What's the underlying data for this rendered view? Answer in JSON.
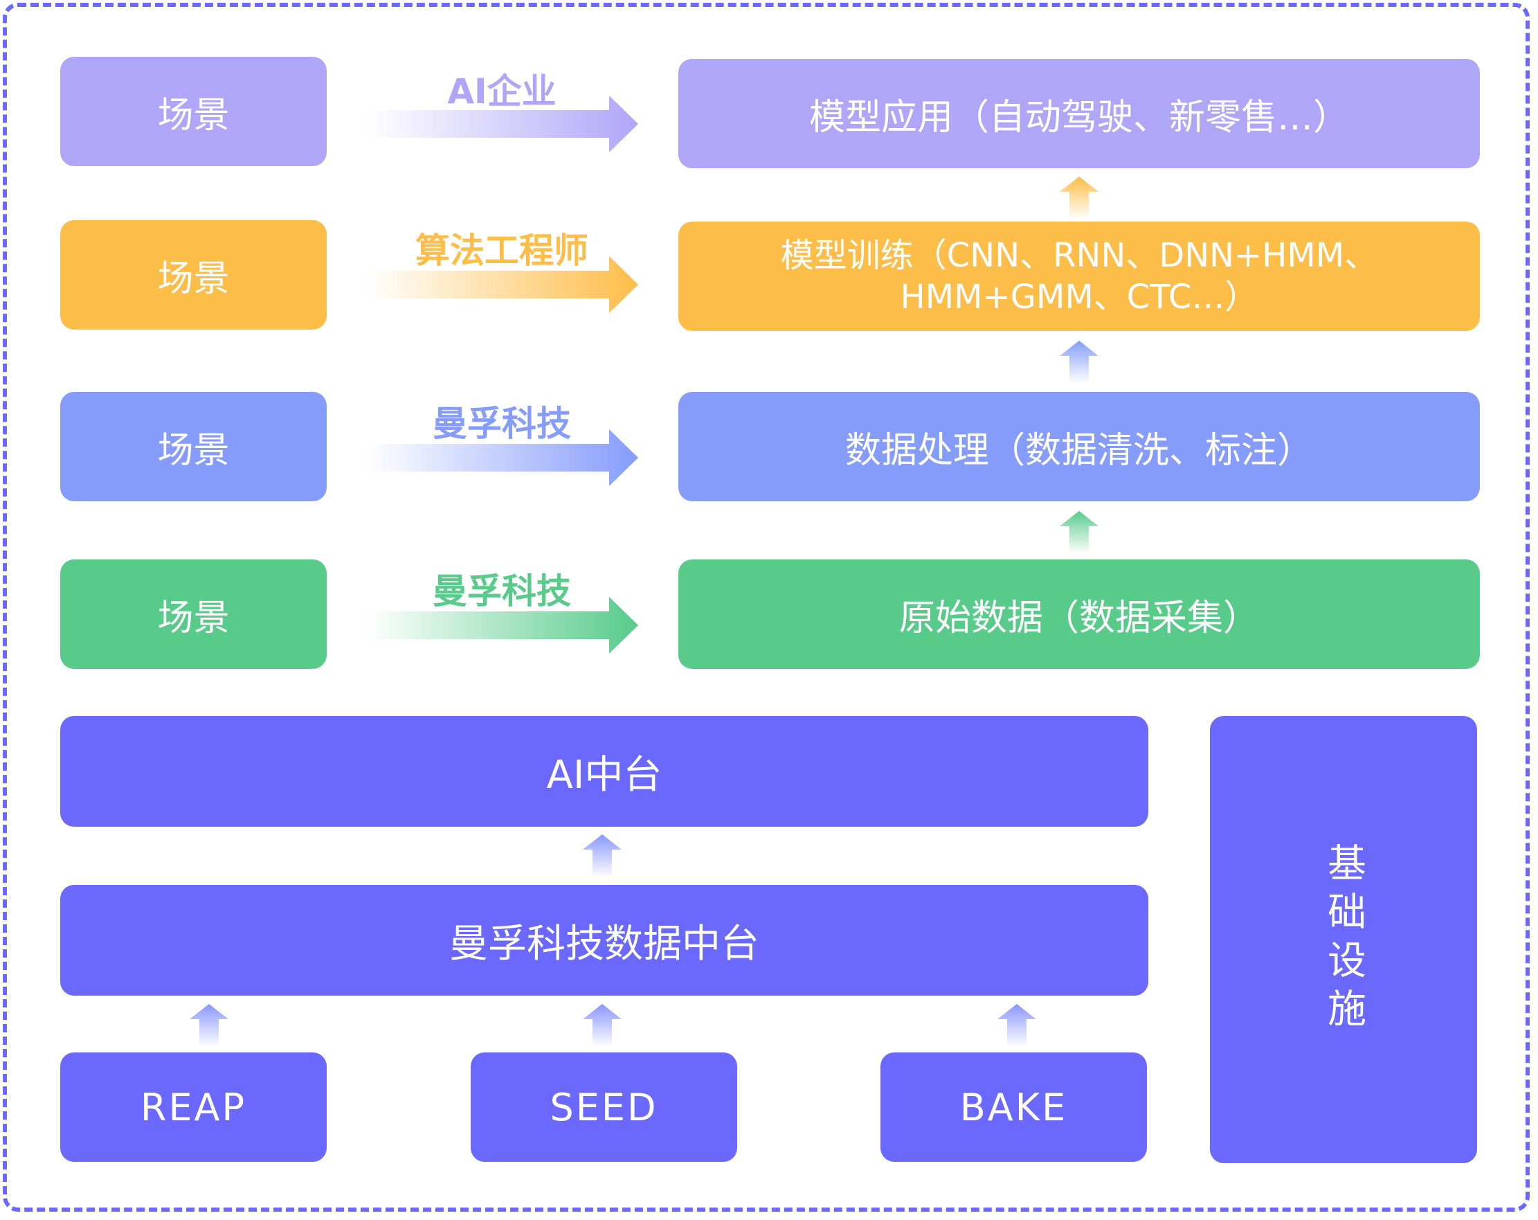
{
  "scene_label": "场景",
  "rows": [
    {
      "actor": "AI企业",
      "layer": "模型应用（自动驾驶、新零售…）",
      "accent": "#b0a6f8"
    },
    {
      "actor": "算法工程师",
      "layer_lines": [
        "模型训练（CNN、RNN、DNN+HMM、",
        "HMM+GMM、CTC…）"
      ],
      "accent": "#fdbd49"
    },
    {
      "actor": "曼孚科技",
      "layer": "数据处理（数据清洗、标注）",
      "accent": "#859cfb"
    },
    {
      "actor": "曼孚科技",
      "layer": "原始数据（数据采集）",
      "accent": "#58cb8a"
    }
  ],
  "platform": {
    "ai_platform": "AI中台",
    "data_platform": "曼孚科技数据中台",
    "sources": [
      "REAP",
      "SEED",
      "BAKE"
    ],
    "infrastructure": "基础设施"
  },
  "colors": {
    "border": "#6b68fe",
    "platform": "#6b68fe",
    "up_arrow_indigo": "#8a96ff"
  }
}
